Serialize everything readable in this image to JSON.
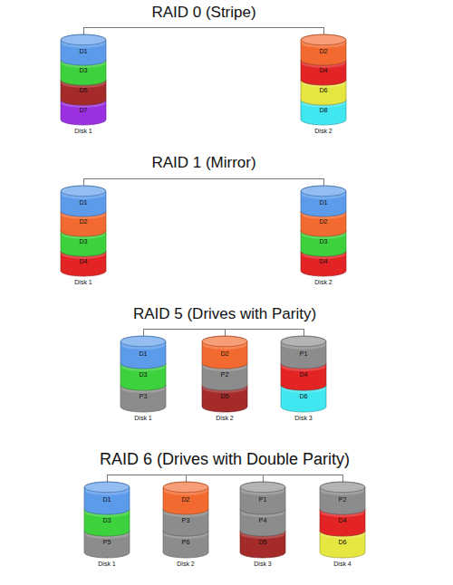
{
  "diagram": {
    "nodes": [
      {
        "text": [
          "Disk 1"
        ]
      },
      {
        "text": [
          "D1"
        ],
        "in": 0
      },
      {
        "text": [
          "D3"
        ],
        "in": 0
      },
      {
        "text": [
          "D5"
        ],
        "in": 0
      },
      {
        "text": [
          "D7"
        ],
        "in": 0
      },
      {
        "text": [
          "Disk 2"
        ]
      },
      {
        "text": [
          "D2"
        ],
        "in": 5
      },
      {
        "text": [
          "D4"
        ],
        "in": 5
      },
      {
        "text": [
          "D6"
        ],
        "in": 5
      },
      {
        "text": [
          "D8"
        ],
        "in": 5
      },
      {
        "text": [
          "Disk 1"
        ]
      },
      {
        "text": [
          "D1"
        ],
        "in": 10
      },
      {
        "text": [
          "D2"
        ],
        "in": 10
      },
      {
        "text": [
          "D3"
        ],
        "in": 10
      },
      {
        "text": [
          "D4"
        ],
        "in": 10
      },
      {
        "text": [
          "Disk 2"
        ]
      },
      {
        "text": [
          "D1"
        ],
        "in": 15
      },
      {
        "text": [
          "D2"
        ],
        "in": 15
      },
      {
        "text": [
          "D3"
        ],
        "in": 15
      },
      {
        "text": [
          "D4"
        ],
        "in": 15
      },
      {
        "text": [
          "Disk 1"
        ]
      },
      {
        "text": [
          "D1"
        ],
        "in": 20
      },
      {
        "text": [
          "D3"
        ],
        "in": 20
      },
      {
        "text": [
          "P3"
        ],
        "in": 20
      },
      {
        "text": [
          "Disk 2"
        ]
      },
      {
        "text": [
          "D2"
        ],
        "in": 24
      },
      {
        "text": [
          "P2"
        ],
        "in": 24
      },
      {
        "text": [
          "D5"
        ],
        "in": 24
      },
      {
        "text": [
          "Disk 3"
        ]
      },
      {
        "text": [
          "P1"
        ],
        "in": 28
      },
      {
        "text": [
          "D4"
        ],
        "in": 28
      },
      {
        "text": [
          "D6"
        ],
        "in": 28
      },
      {
        "text": [
          "Disk 1"
        ]
      },
      {
        "text": [
          "D1"
        ],
        "in": 32
      },
      {
        "text": [
          "D3"
        ],
        "in": 32
      },
      {
        "text": [
          "P5"
        ],
        "in": 32
      },
      {
        "text": [
          "Disk 2"
        ]
      },
      {
        "text": [
          "D2"
        ],
        "in": 36
      },
      {
        "text": [
          "P3"
        ],
        "in": 36
      },
      {
        "text": [
          "P6"
        ],
        "in": 36
      },
      {
        "text": [
          "Disk 3"
        ]
      },
      {
        "text": [
          "P1"
        ],
        "in": 40
      },
      {
        "text": [
          "P4"
        ],
        "in": 40
      },
      {
        "text": [
          "D5"
        ],
        "in": 40
      },
      {
        "text": [
          "Disk 4"
        ]
      },
      {
        "text": [
          "P2"
        ],
        "in": 44
      },
      {
        "text": [
          "D4"
        ],
        "in": 44
      },
      {
        "text": [
          "D6"
        ],
        "in": 44
      }
    ],
    "labels": [
      "RAID 0 (Stripe)",
      "RAID 1 (Mirror)",
      "RAID 5 (Drives with Parity)",
      "RAID 6 (Drives with Double Parity)"
    ]
  }
}
